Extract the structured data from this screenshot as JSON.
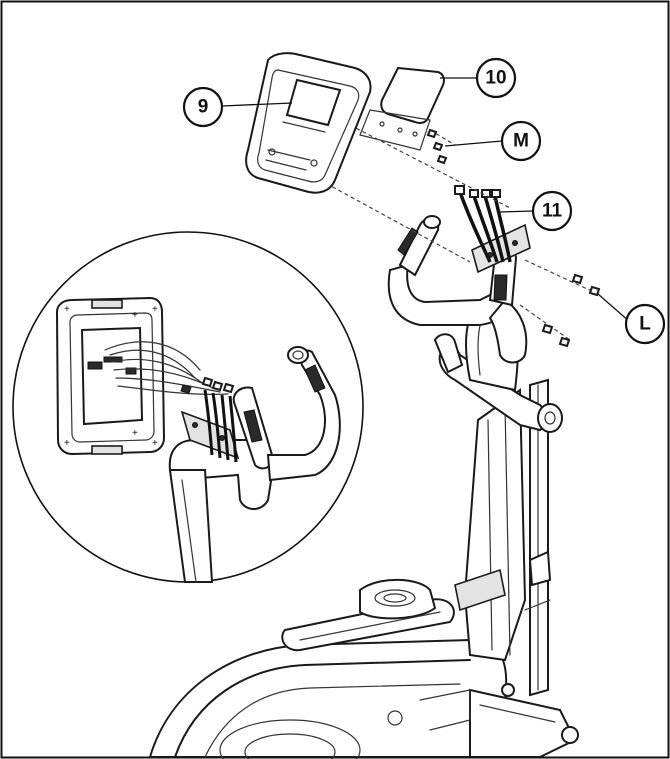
{
  "callouts": {
    "console": "9",
    "console_cover": "10",
    "screws_m": "M",
    "cables": "11",
    "screws_l": "L"
  }
}
